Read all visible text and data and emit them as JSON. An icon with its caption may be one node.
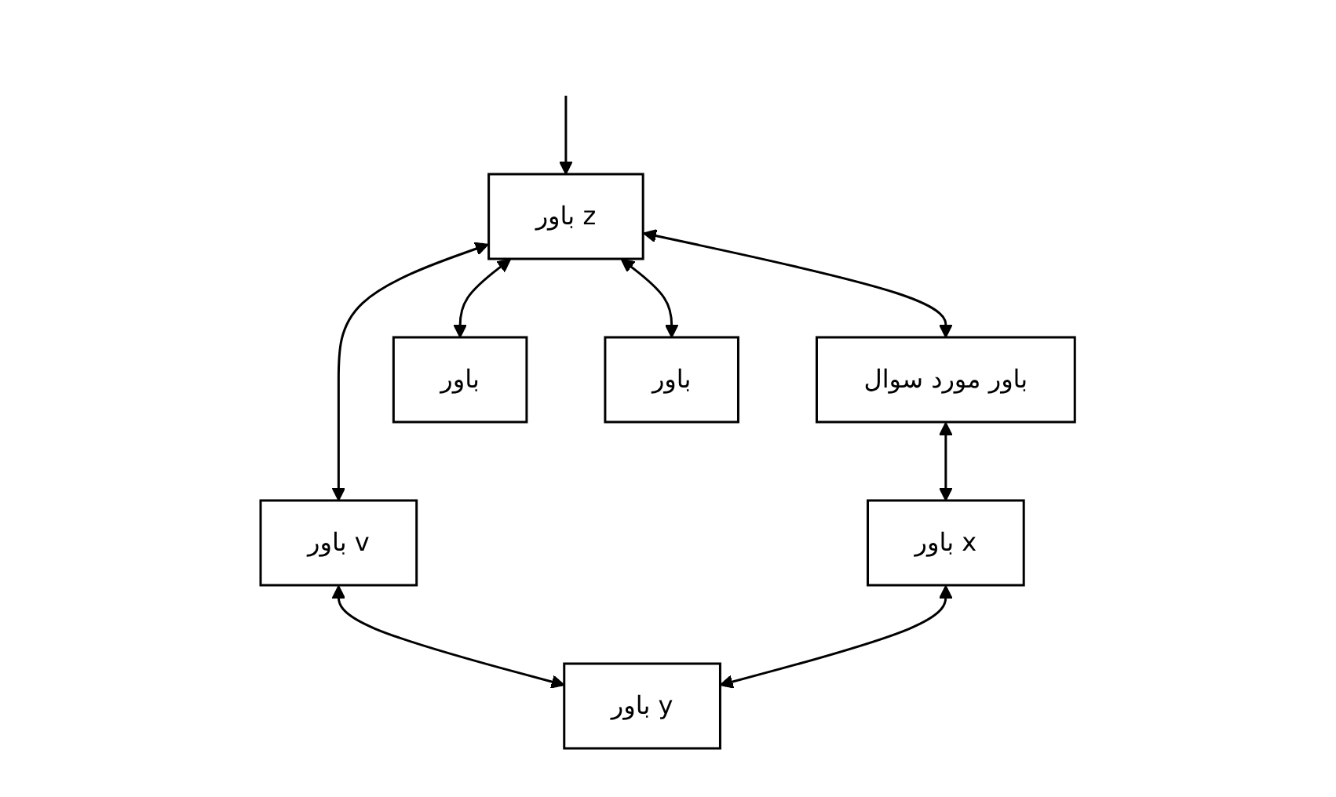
{
  "diagram": {
    "nodes": [
      {
        "text": [
          "باور z"
        ]
      },
      {
        "text": [
          "باور مورد سوال"
        ]
      },
      {
        "text": [
          "باور v"
        ]
      },
      {
        "text": [
          "باور"
        ]
      },
      {
        "text": [
          "باور"
        ]
      },
      {
        "text": [
          "باور x"
        ]
      },
      {
        "text": [
          "باور y"
        ]
      }
    ],
    "edges": [
      {
        "from": null,
        "to": 0,
        "arrow": "to"
      },
      {
        "from": 0,
        "to": 1,
        "arrow": "both"
      },
      {
        "from": 0,
        "to": 2,
        "arrow": "both"
      },
      {
        "from": 0,
        "to": 3,
        "arrow": "both"
      },
      {
        "from": 0,
        "to": 4,
        "arrow": "both"
      },
      {
        "from": 1,
        "to": 5,
        "arrow": "both"
      },
      {
        "from": 2,
        "to": 6,
        "arrow": "both"
      },
      {
        "from": 5,
        "to": 6,
        "arrow": "both"
      }
    ]
  }
}
